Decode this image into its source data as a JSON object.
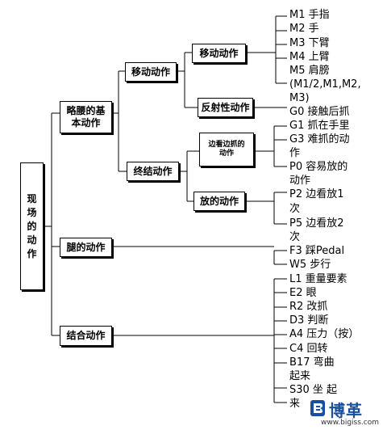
{
  "root": {
    "label": "现场的动作"
  },
  "level1": {
    "lueyao": "略腰的基本动作",
    "tui": "腿的动作",
    "jiehe": "结合动作"
  },
  "level2": {
    "yidong": "移动动作",
    "zhongjie": "终结动作"
  },
  "level3": {
    "yidong": "移动动作",
    "fanshe": "反射性动作",
    "bian": "边看边抓的动作",
    "fang": "放的动作"
  },
  "leaves": [
    "M1  手指",
    "M2  手",
    "M3  下臂",
    "M4  上臂",
    "M5  肩膀",
    "(M1/2,M1,M2,",
    "M3)",
    "G0  接触后抓",
    "G1  抓在手里",
    "G3  难抓的动",
    "作",
    "P0  容易放的",
    "动作",
    "P2  边看放1",
    "次",
    "P5  边看放2",
    "次",
    "F3  踩Pedal",
    "W5  步行",
    "L1  重量要素",
    "E2  眼",
    "R2  改抓",
    "D3  判断",
    "A4  压力（按）",
    "C4  回转",
    "B17 弯曲",
    "起来",
    "S30 坐   起",
    "来"
  ],
  "watermark": {
    "brand": "博革",
    "url": "www.bigiss.com",
    "logo_color": "#1a4fa0"
  }
}
